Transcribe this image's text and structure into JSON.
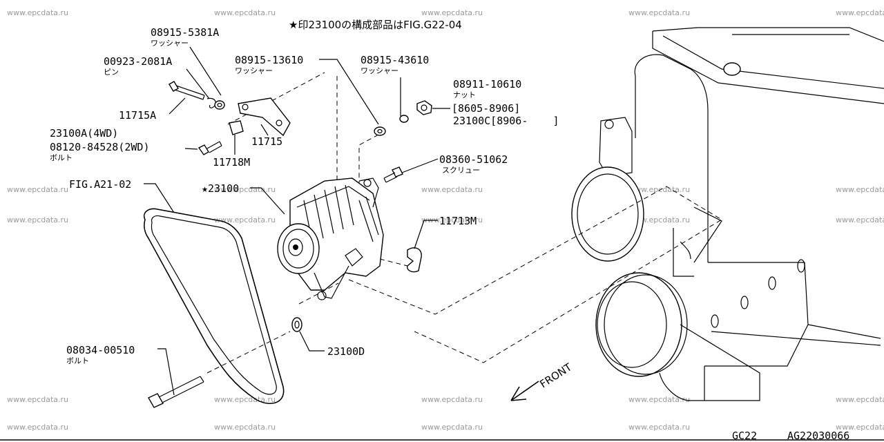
{
  "header_note": "★印23100の構成部品はFIG.G22-04",
  "watermark": "www.epcdata.ru",
  "footer": {
    "left": "GC22",
    "right": "AG22030066"
  },
  "front_label": "FRONT",
  "labels": {
    "p1": {
      "code": "08915-5381A",
      "desc": "ワッシャー"
    },
    "p2": {
      "code": "00923-2081A",
      "desc": "ピン"
    },
    "p3": {
      "code": "08915-13610",
      "desc": "ワッシャー"
    },
    "p4": {
      "code": "08915-43610",
      "desc": "ワッシャー"
    },
    "p5": {
      "code": "08911-10610",
      "desc": "ナット",
      "line2": "[8605-8906]",
      "line3": "23100C[8906-    ]"
    },
    "p6": {
      "code": "11715A"
    },
    "p7": {
      "code": "23100A(4WD)",
      "line2": "08120-84528(2WD)",
      "desc": "ボルト"
    },
    "p8": {
      "code": "11715"
    },
    "p9": {
      "code": "11718M"
    },
    "p10": {
      "code": "08360-51062",
      "desc": "スクリュー"
    },
    "p11": {
      "code": "FIG.A21-02"
    },
    "p12": {
      "code": "★23100"
    },
    "p13": {
      "code": "11713M"
    },
    "p14": {
      "code": "08034-00510",
      "desc": "ボルト"
    },
    "p15": {
      "code": "23100D"
    }
  }
}
